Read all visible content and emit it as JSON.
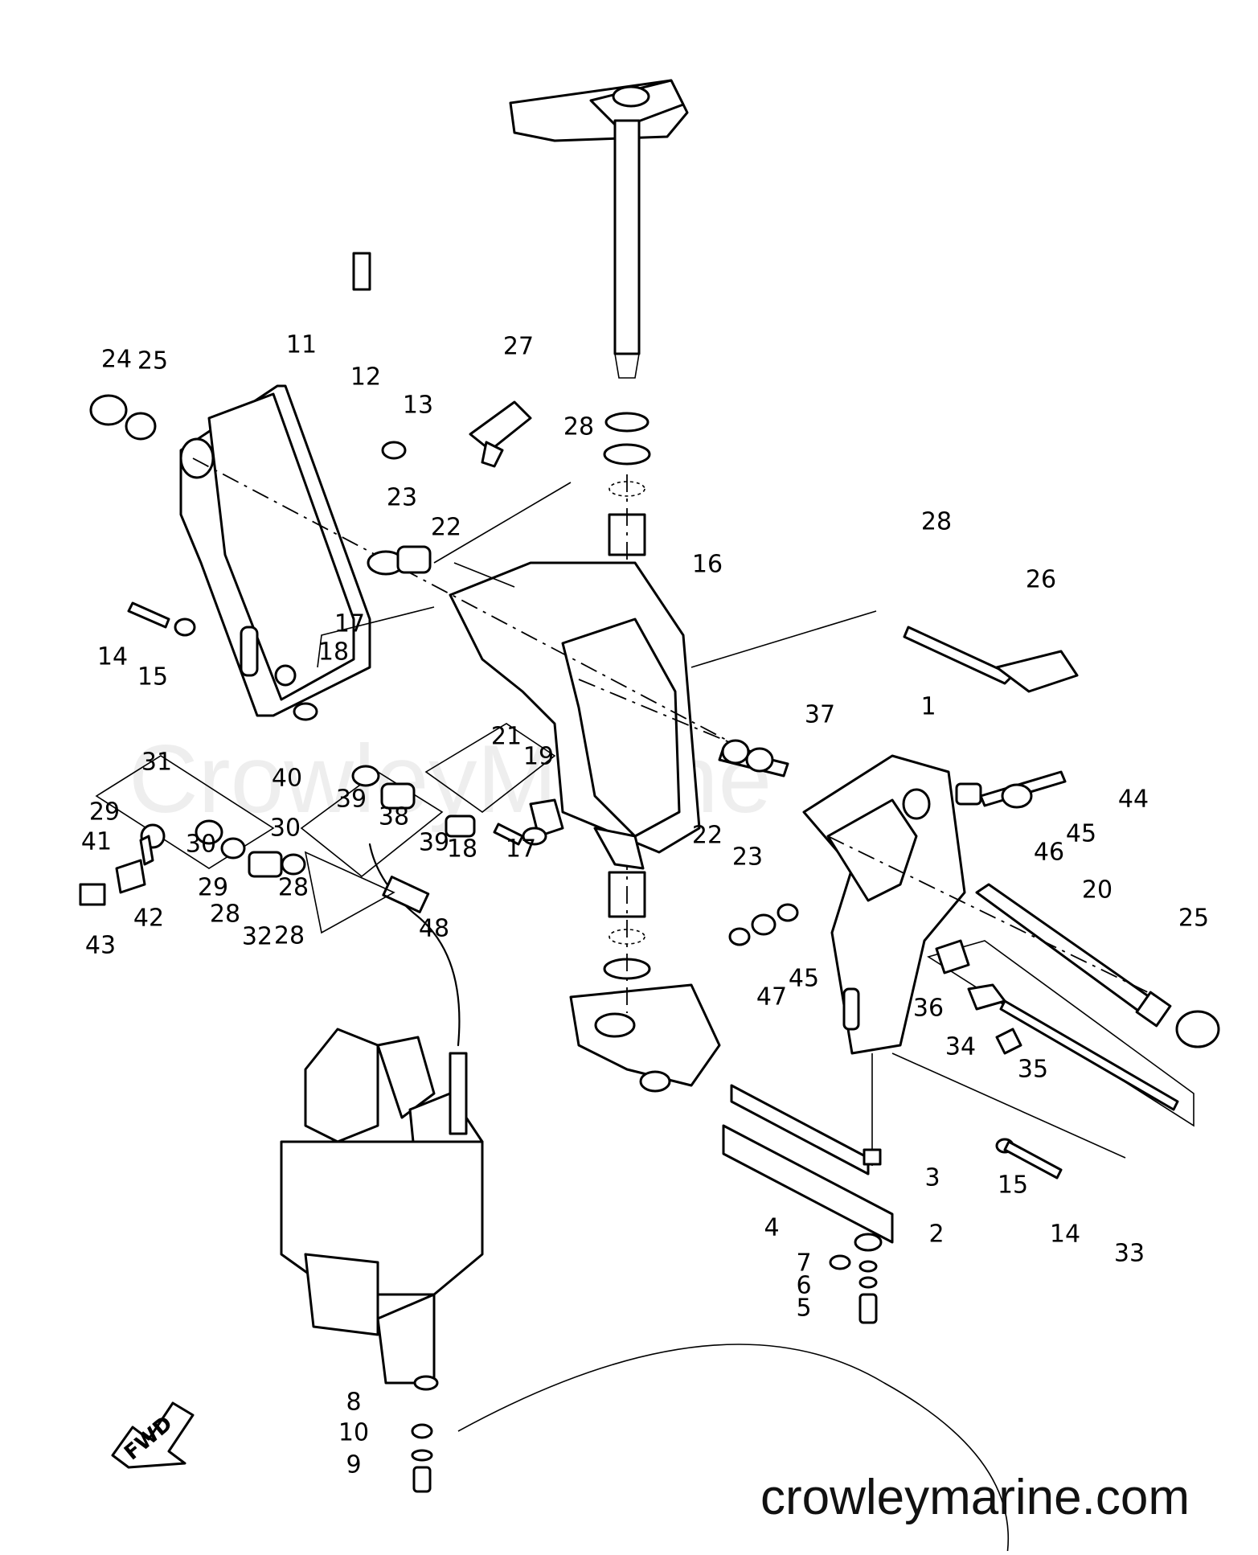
{
  "watermark": "CrowleyMarine",
  "site_url": "crowleymarine.com",
  "fwd_label": "FWD",
  "callouts": [
    "1",
    "2",
    "3",
    "4",
    "5",
    "6",
    "7",
    "8",
    "9",
    "10",
    "11",
    "12",
    "13",
    "14",
    "14",
    "15",
    "15",
    "16",
    "17",
    "17",
    "18",
    "18",
    "19",
    "20",
    "21",
    "22",
    "22",
    "23",
    "23",
    "24",
    "25",
    "25",
    "26",
    "27",
    "28",
    "28",
    "28",
    "28",
    "28",
    "29",
    "29",
    "30",
    "30",
    "31",
    "32",
    "33",
    "34",
    "35",
    "36",
    "37",
    "38",
    "39",
    "39",
    "40",
    "41",
    "42",
    "43",
    "44",
    "45",
    "45",
    "46",
    "47",
    "48"
  ]
}
